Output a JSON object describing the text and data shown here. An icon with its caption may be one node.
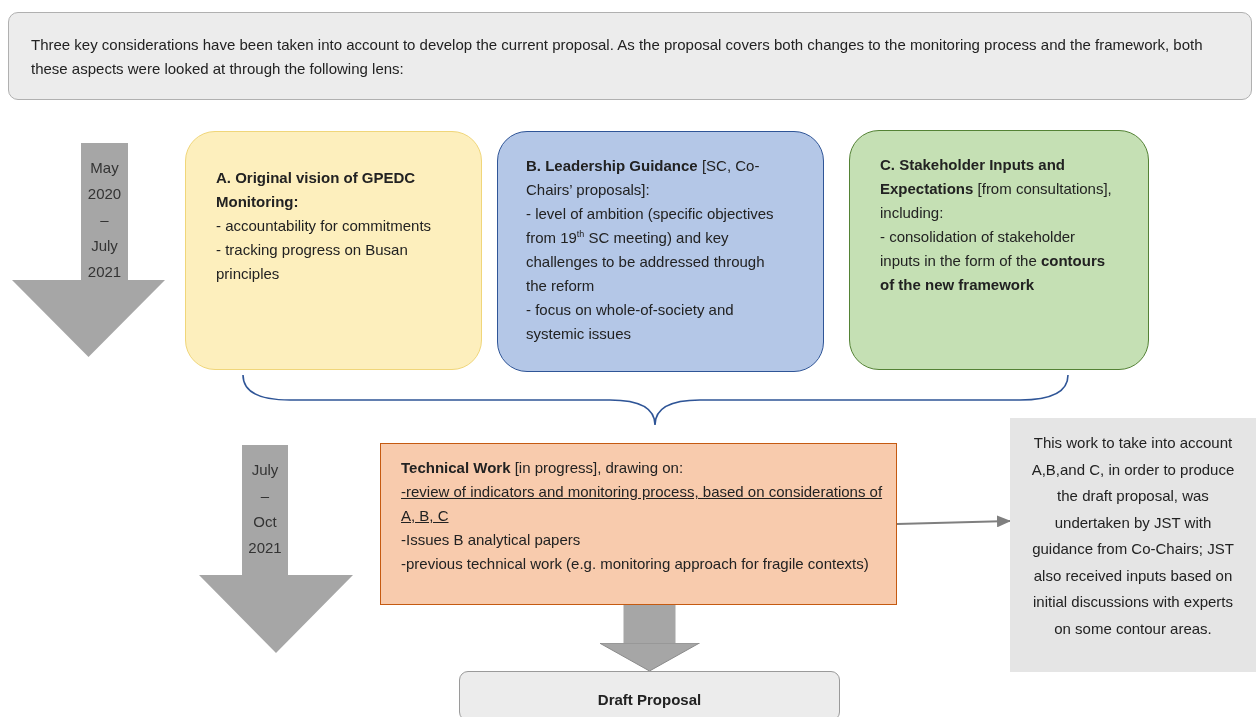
{
  "diagram": {
    "nodes": [
      {
        "text": [
          "Three key considerations have been taken into account to develop the current proposal. As the proposal covers both changes to the monitoring process and the framework, both these aspects were looked at through the following lens:"
        ]
      },
      {
        "text": [
          "May 2020 – July 2021"
        ]
      },
      {
        "text": [
          "A. Original vision of GPEDC Monitoring:",
          "- accountability for commitments",
          "- tracking progress on Busan principles"
        ]
      },
      {
        "text": [
          "**B. Leadership Guidance** [SC, Co-Chairs’ proposals]:",
          "- level of ambition (specific objectives from 19$^{th}$ SC meeting) and key challenges to be addressed through the reform",
          "- focus on whole-of-society and systemic issues"
        ]
      },
      {
        "text": [
          "**C. Stakeholder Inputs and Expectations** [from consultations], including:",
          "- consolidation of stakeholder inputs in the form of the **contours of the new framework**"
        ]
      },
      {
        "text": [
          "July – Oct 2021"
        ]
      },
      {
        "text": [
          "**Technical Work** [in progress], drawing on:",
          "-review of indicators and monitoring process, based on considerations of A, B, C",
          "-Issues B analytical papers",
          "-previous technical work (e.g. monitoring approach for fragile contexts)"
        ]
      },
      {
        "text": [
          "This work to take into account A,B,and C, in order to produce the draft proposal, was undertaken by JST with guidance from Co-Chairs; JST also received inputs based on initial discussions with experts on some contour areas."
        ]
      },
      {
        "text": [
          "Draft Proposal"
        ]
      }
    ],
    "edges": [
      {
        "from": 6,
        "to": 7,
        "arrow": "to"
      },
      {
        "from": 6,
        "to": 8,
        "arrow": "to",
        "style": "thick"
      }
    ]
  }
}
